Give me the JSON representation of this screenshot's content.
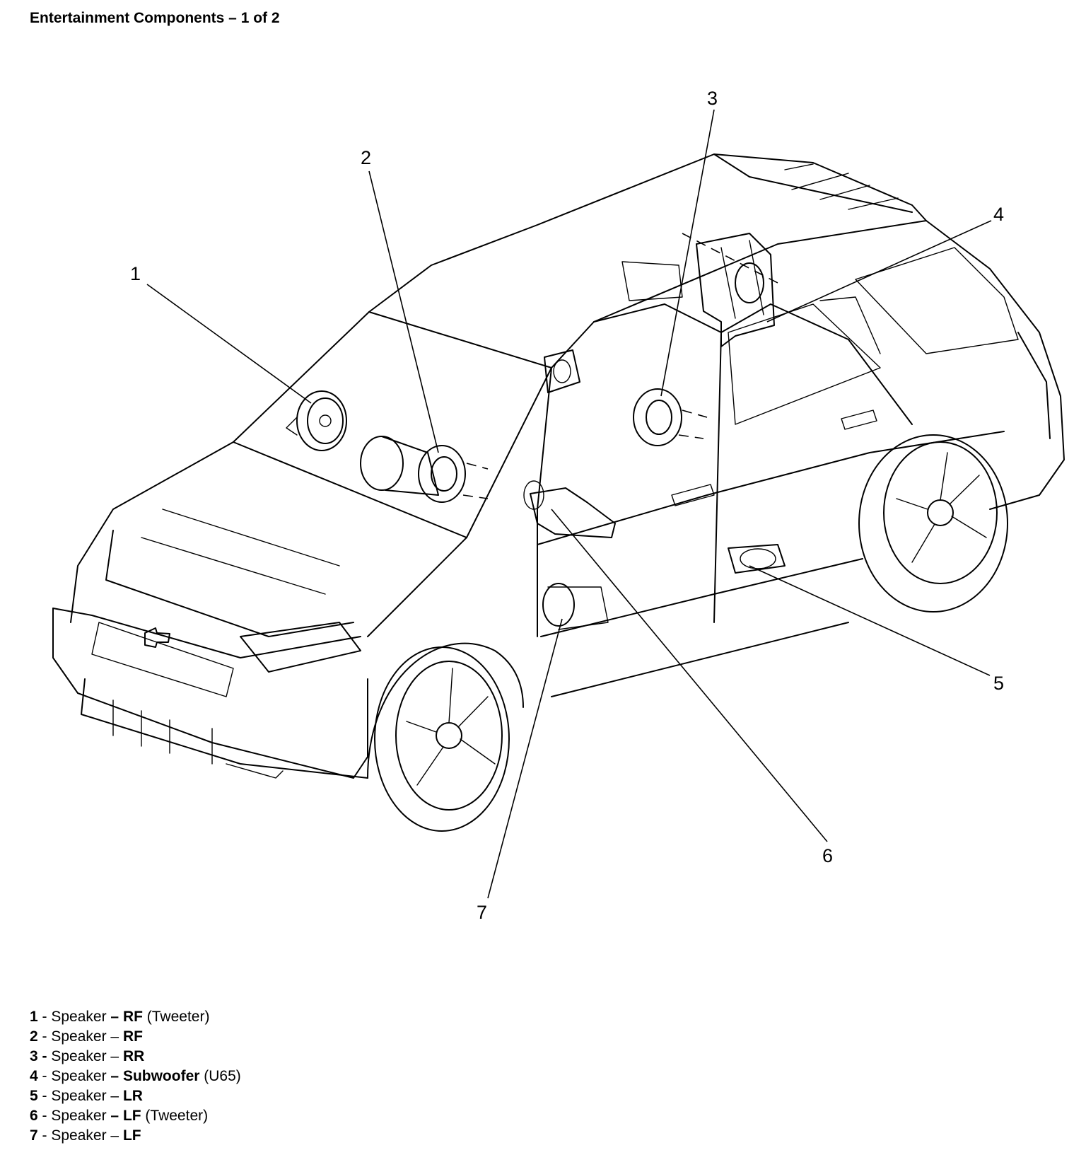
{
  "title": "Entertainment Components – 1 of 2",
  "callouts": [
    {
      "number": "1"
    },
    {
      "number": "2"
    },
    {
      "number": "3"
    },
    {
      "number": "4"
    },
    {
      "number": "5"
    },
    {
      "number": "6"
    },
    {
      "number": "7"
    }
  ],
  "legend": [
    {
      "number": "1",
      "sep": " - ",
      "item": "Speaker",
      "dash": " – ",
      "location": "RF",
      "note": " (Tweeter)"
    },
    {
      "number": "2",
      "sep": " - ",
      "item": "Speaker",
      "dash": " – ",
      "location": "RF",
      "note": ""
    },
    {
      "number": "3",
      "sep": " - ",
      "item": "Speaker",
      "dash": " – ",
      "location": "RR",
      "note": ""
    },
    {
      "number": "4",
      "sep": " - ",
      "item": "Speaker",
      "dash": " – ",
      "location": "Subwoofer",
      "note": " (U65)"
    },
    {
      "number": "5",
      "sep": " - ",
      "item": "Speaker",
      "dash": " – ",
      "location": "LR",
      "note": ""
    },
    {
      "number": "6",
      "sep": " - ",
      "item": "Speaker",
      "dash": " – ",
      "location": "LF",
      "note": " (Tweeter)"
    },
    {
      "number": "7",
      "sep": " - ",
      "item": "Speaker",
      "dash": " – ",
      "location": "LF",
      "note": ""
    }
  ],
  "icons": [
    "vehicle-outline-icon",
    "speaker-icon",
    "wheel-icon",
    "bowtie-emblem-icon"
  ]
}
